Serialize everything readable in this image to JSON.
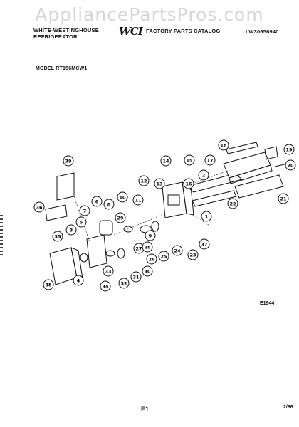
{
  "watermark": "AppliancePartsPros.com",
  "header": {
    "brand_line1": "WHITE-WESTINGHOUSE",
    "brand_line2": "REFRIGERATOR",
    "logo_text": "WCI",
    "catalog_title": "FACTORY PARTS CATALOG",
    "catalog_number": "LW30656940"
  },
  "model_label": "MODEL RT156MCW1",
  "diagram_code": "E1944",
  "page_number": "E1",
  "date_code": "2/86",
  "callouts": [
    "1",
    "2",
    "3",
    "4",
    "5",
    "6",
    "7",
    "8",
    "9",
    "10",
    "11",
    "12",
    "13",
    "14",
    "15",
    "16",
    "17",
    "18",
    "19",
    "20",
    "21",
    "22",
    "23",
    "24",
    "25",
    "26",
    "27",
    "28",
    "29",
    "30",
    "31",
    "32",
    "33",
    "34",
    "35",
    "36",
    "37",
    "38",
    "39"
  ]
}
